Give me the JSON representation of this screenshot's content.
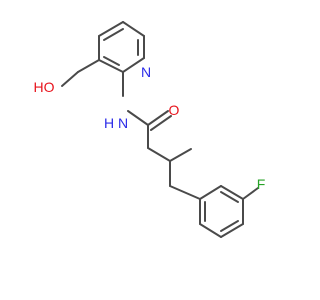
{
  "colors": {
    "background": "#ffffff",
    "bond": "#4a4a4a",
    "carbon": "#4a4a4a",
    "nitrogen": "#2b2be8",
    "oxygen": "#e8141d",
    "fluorine": "#27a327",
    "hydrogen_on_hetero": "#e8141d"
  },
  "labels": {
    "hydroxyl": "HO",
    "pyridine_n": "N",
    "amide_nh": "N",
    "amide_h": "H",
    "carbonyl_o": "O",
    "fluorine": "F"
  }
}
